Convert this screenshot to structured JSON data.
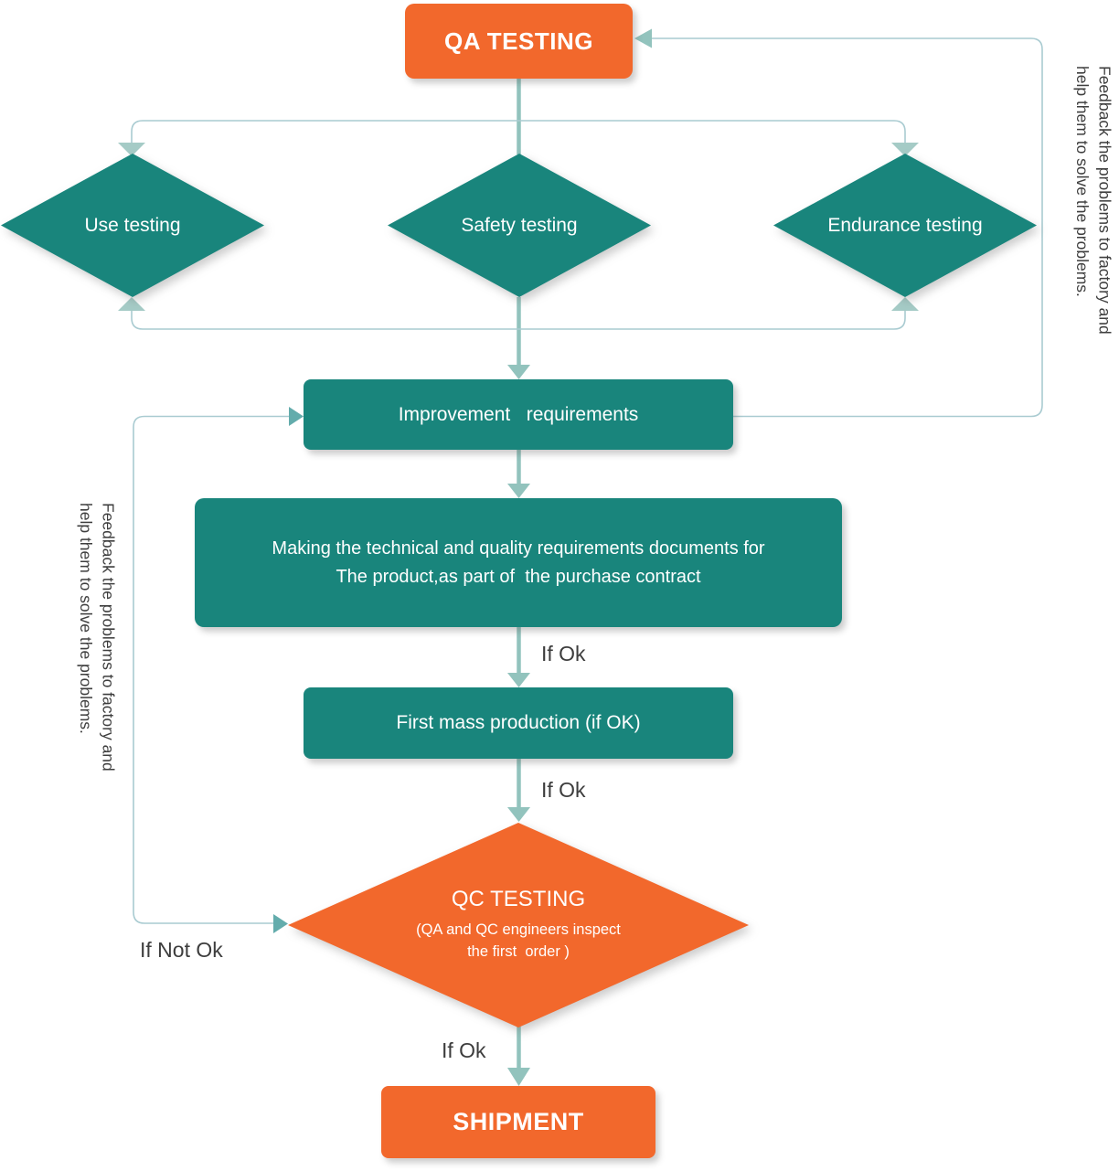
{
  "colors": {
    "orange": "#F2682C",
    "teal": "#19857C",
    "line_main": "#92C3BD",
    "line_thin": "#A9CBD1",
    "arrow_light": "#A5CBC6",
    "arrow_teal": "#63ACAC",
    "label_text": "#3D3D3D"
  },
  "nodes": {
    "qa_testing": {
      "label": "QA TESTING"
    },
    "use_testing": {
      "label": "Use testing"
    },
    "safety_testing": {
      "label": "Safety testing"
    },
    "endurance_testing": {
      "label": "Endurance testing"
    },
    "improvement": {
      "label": "Improvement   requirements"
    },
    "documents": {
      "line1": "Making the technical and quality requirements documents for",
      "line2": "The product,as part of  the purchase contract"
    },
    "first_mass": {
      "label": "First mass production (if OK)"
    },
    "qc_testing": {
      "title": "QC TESTING",
      "sub1": "(QA and QC engineers inspect",
      "sub2": "the first  order )"
    },
    "shipment": {
      "label": "SHIPMENT"
    }
  },
  "edge_labels": {
    "if_ok_1": "If Ok",
    "if_ok_2": "If Ok",
    "if_ok_3": "If Ok",
    "if_not_ok": "If Not Ok"
  },
  "side_notes": {
    "right": {
      "line1": "Feedback the problems to factory and",
      "line2": "help them to solve the problems."
    },
    "left": {
      "line1": "Feedback the problems to factory and",
      "line2": "help them to solve the problems."
    }
  }
}
